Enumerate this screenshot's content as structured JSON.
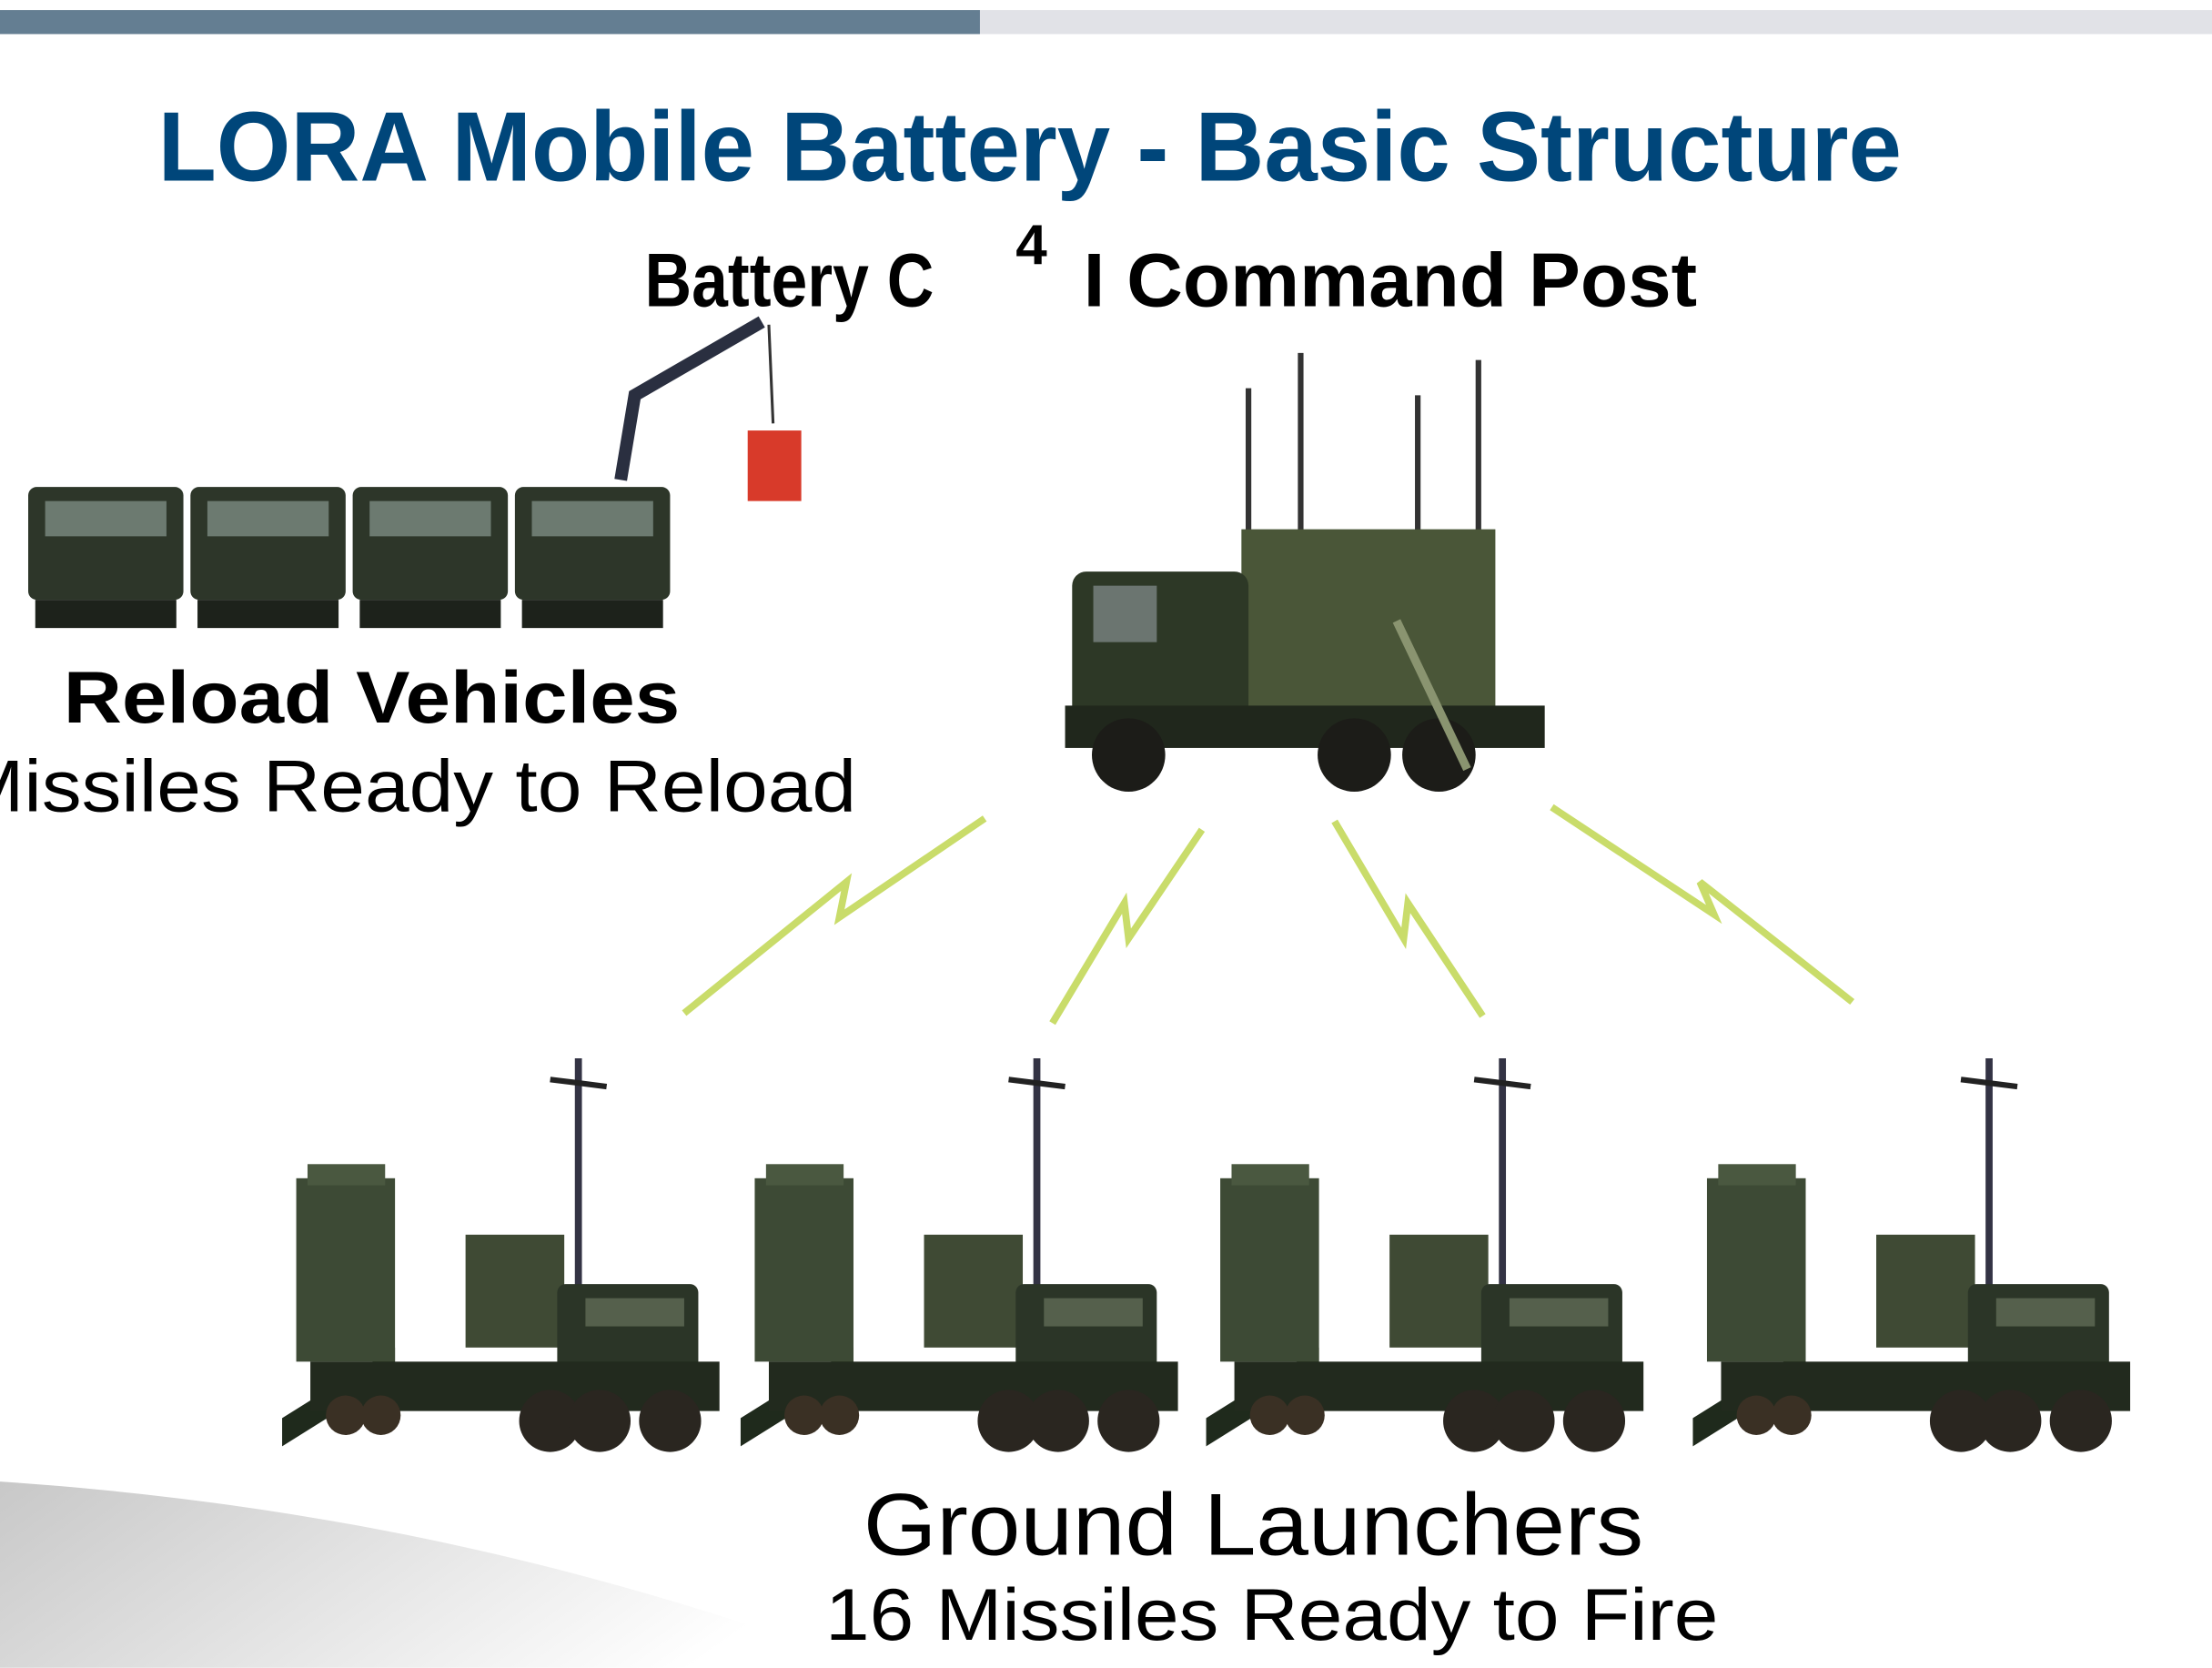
{
  "slide": {
    "title": "LORA Mobile  Battery - Basic Structure",
    "progress_fraction": 0.443,
    "command_post": {
      "label_prefix": "Battery  C",
      "superscript": "4",
      "label_suffix": "I Command Post"
    },
    "reload": {
      "title": "Reload  Vehicles",
      "subtitle": "Missiles Ready to Reload"
    },
    "launchers": {
      "title": "Ground Launchers",
      "subtitle": "16 Missiles Ready to Fire"
    }
  },
  "colors": {
    "title": "#00467a",
    "bar_dark": "#647e92",
    "bar_light": "#e1e2e7",
    "vehicle": "#2f3a2a",
    "link": "#c9dc6a"
  }
}
